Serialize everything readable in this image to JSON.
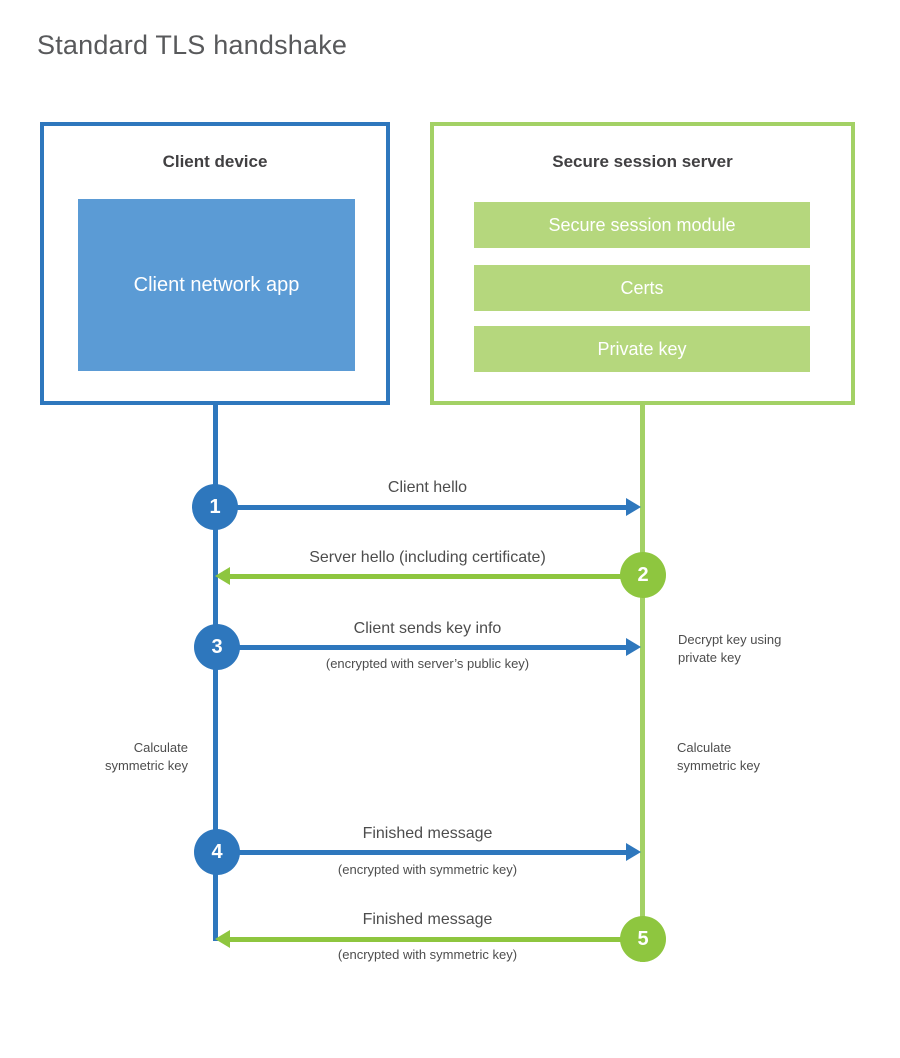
{
  "title": "Standard TLS handshake",
  "colors": {
    "blue": "#2e77bd",
    "blue_fill": "#5b9bd5",
    "green": "#8ec63f",
    "green_border": "#a3d165",
    "green_fill": "#b5d77d",
    "title_text": "#58595b",
    "heading_text": "#414042",
    "label_text": "#4d4d4d"
  },
  "client": {
    "title": "Client device",
    "app": "Client network app"
  },
  "server": {
    "title": "Secure session server",
    "modules": [
      {
        "label": "Secure session module"
      },
      {
        "label": "Certs"
      },
      {
        "label": "Private key"
      }
    ]
  },
  "messages": [
    {
      "step": "1",
      "label": "Client hello",
      "sublabel": "",
      "from": "client",
      "to": "server"
    },
    {
      "step": "2",
      "label": "Server hello (including certificate)",
      "sublabel": "",
      "from": "server",
      "to": "client"
    },
    {
      "step": "3",
      "label": "Client sends key info",
      "sublabel": "(encrypted with server’s public key)",
      "from": "client",
      "to": "server"
    },
    {
      "step": "4",
      "label": "Finished message",
      "sublabel": "(encrypted with symmetric key)",
      "from": "client",
      "to": "server"
    },
    {
      "step": "5",
      "label": "Finished message",
      "sublabel": "(encrypted with symmetric key)",
      "from": "server",
      "to": "client"
    }
  ],
  "annotations": {
    "decrypt_key": "Decrypt key using private key",
    "calculate_left": "Calculate symmetric key",
    "calculate_right": "Calculate symmetric key"
  }
}
